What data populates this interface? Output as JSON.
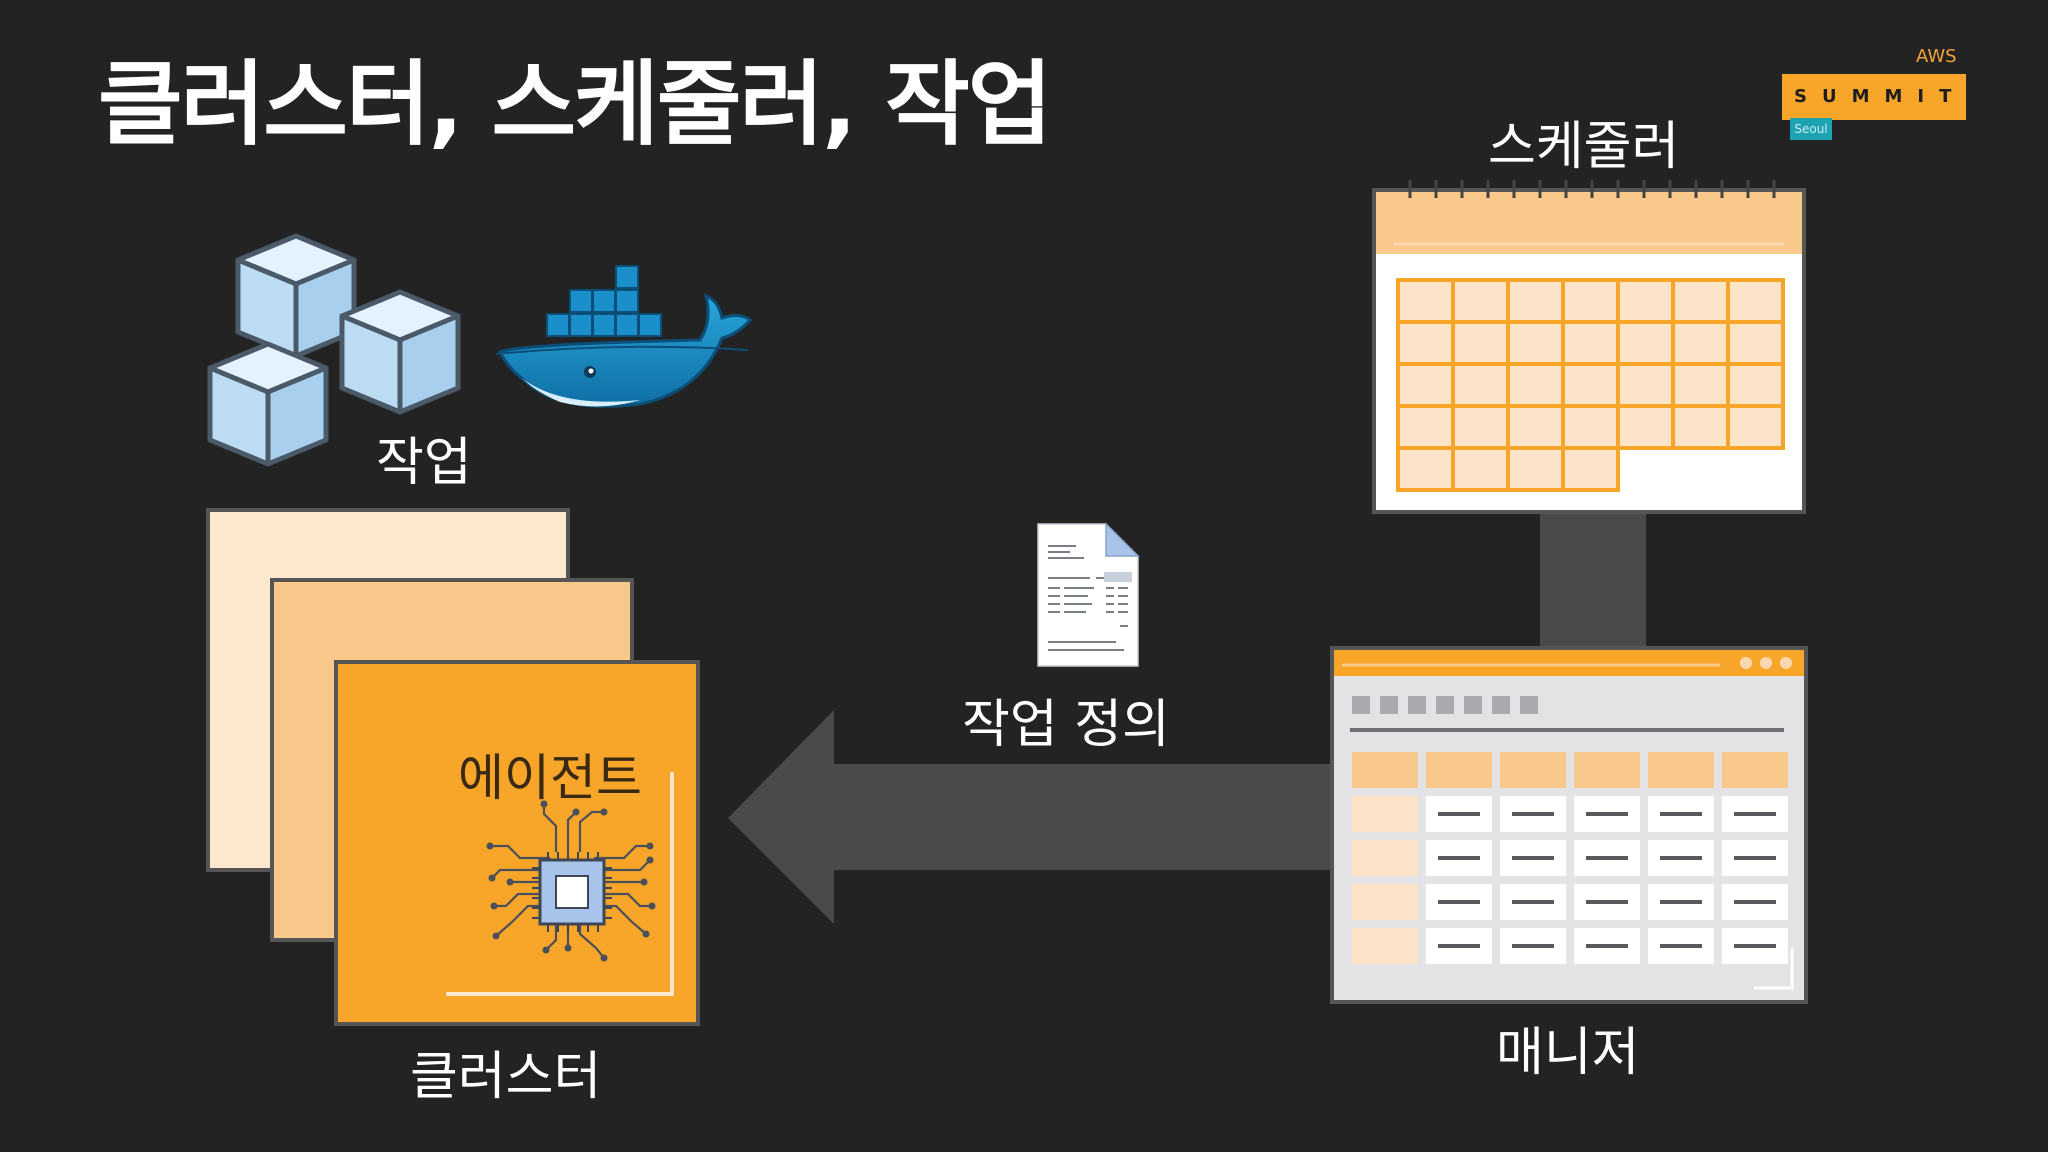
{
  "title": "클러스터, 스케줄러, 작업",
  "badge": {
    "aws": "AWS",
    "summit": "SUMMIT",
    "city": "Seoul"
  },
  "labels": {
    "scheduler": "스케줄러",
    "task": "작업",
    "task_definition": "작업 정의",
    "agent": "에이전트",
    "cluster": "클러스터",
    "manager": "매니저"
  },
  "colors": {
    "background": "#232323",
    "orange": "#f7a629",
    "light_orange": "#f9c98c",
    "pale_orange": "#fde8cf",
    "arrow_gray": "#4a4a4c",
    "docker_blue": "#1a8fc9",
    "cube_blue": "#bcdcf4"
  },
  "icons": [
    "cube-icon",
    "docker-whale-icon",
    "document-icon",
    "chip-icon",
    "calendar-icon",
    "dashboard-window-icon",
    "arrow-left-icon"
  ]
}
